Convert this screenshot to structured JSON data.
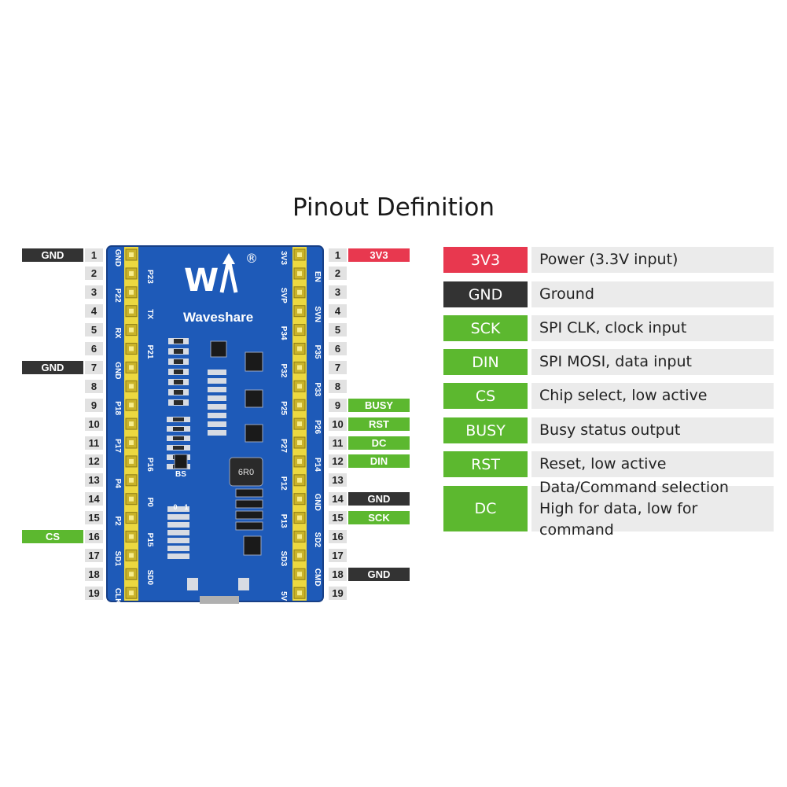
{
  "title": "Pinout Definition",
  "colors": {
    "power": "#e8384f",
    "ground": "#333333",
    "signal": "#5cb82f",
    "board": "#1e5ab8",
    "header": "#ecd840"
  },
  "board": {
    "brand": "Waveshare",
    "registered": "®",
    "label_bs": "BS",
    "label_0": "0",
    "label_1": "1",
    "inductor_label": "6R0",
    "left_row_labels": [
      "GND",
      "P23",
      "P22",
      "TX",
      "RX",
      "P21",
      "GND",
      "",
      "P18",
      "",
      "P17",
      "P16",
      "P4",
      "P0",
      "P2",
      "P15",
      "SD1",
      "SD0",
      "CLK"
    ],
    "right_row_labels": [
      "3V3",
      "EN",
      "SVP",
      "SVN",
      "P34",
      "P35",
      "P32",
      "P33",
      "P25",
      "P26",
      "P27",
      "P14",
      "P12",
      "GND",
      "P13",
      "SD2",
      "SD3",
      "CMD",
      "5V"
    ]
  },
  "left_numbers": [
    "1",
    "2",
    "3",
    "4",
    "5",
    "6",
    "7",
    "8",
    "9",
    "10",
    "11",
    "12",
    "13",
    "14",
    "15",
    "16",
    "17",
    "18",
    "19"
  ],
  "right_numbers": [
    "1",
    "2",
    "3",
    "4",
    "5",
    "6",
    "7",
    "8",
    "9",
    "10",
    "11",
    "12",
    "13",
    "14",
    "15",
    "16",
    "17",
    "18",
    "19"
  ],
  "left_tags": [
    {
      "row": 1,
      "label": "GND",
      "kind": "ground"
    },
    {
      "row": 7,
      "label": "GND",
      "kind": "ground"
    },
    {
      "row": 16,
      "label": "CS",
      "kind": "signal"
    }
  ],
  "right_tags": [
    {
      "row": 1,
      "label": "3V3",
      "kind": "power"
    },
    {
      "row": 9,
      "label": "BUSY",
      "kind": "signal"
    },
    {
      "row": 10,
      "label": "RST",
      "kind": "signal"
    },
    {
      "row": 11,
      "label": "DC",
      "kind": "signal"
    },
    {
      "row": 12,
      "label": "DIN",
      "kind": "signal"
    },
    {
      "row": 14,
      "label": "GND",
      "kind": "ground"
    },
    {
      "row": 15,
      "label": "SCK",
      "kind": "signal"
    },
    {
      "row": 18,
      "label": "GND",
      "kind": "ground"
    }
  ],
  "legend": [
    {
      "key": "3V3",
      "kind": "power",
      "lines": [
        "Power (3.3V input)"
      ]
    },
    {
      "key": "GND",
      "kind": "ground",
      "lines": [
        "Ground"
      ]
    },
    {
      "key": "SCK",
      "kind": "signal",
      "lines": [
        "SPI CLK, clock input"
      ]
    },
    {
      "key": "DIN",
      "kind": "signal",
      "lines": [
        "SPI MOSI, data input"
      ]
    },
    {
      "key": "CS",
      "kind": "signal",
      "lines": [
        "Chip select, low active"
      ]
    },
    {
      "key": "BUSY",
      "kind": "signal",
      "lines": [
        "Busy status output"
      ]
    },
    {
      "key": "RST",
      "kind": "signal",
      "lines": [
        "Reset, low active"
      ]
    },
    {
      "key": "DC",
      "kind": "signal",
      "lines": [
        "Data/Command selection",
        "High for data, low for command"
      ]
    }
  ]
}
